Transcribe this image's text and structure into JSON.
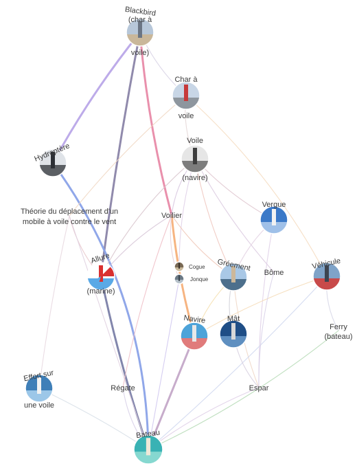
{
  "nodes": {
    "blackbird": {
      "label_lines": [
        "Blackbird",
        "(char à",
        "voile)"
      ],
      "image": "sand-yacht-photo",
      "has_image": true
    },
    "char": {
      "label_lines": [
        "Char à",
        "voile"
      ],
      "image": "land-sailer-photo",
      "has_image": true
    },
    "hydroptere": {
      "label_lines": [
        "Hydroptère"
      ],
      "image": "hydrofoil-photo",
      "has_image": true
    },
    "voile": {
      "label_lines": [
        "Voile",
        "(navire)"
      ],
      "image": "sail-photo",
      "has_image": true
    },
    "theorie": {
      "label_lines": [
        "Théorie du déplacement d'un",
        "mobile à voile contre le vent"
      ],
      "has_image": false
    },
    "voilier": {
      "label_lines": [
        "Voilier"
      ],
      "has_image": false
    },
    "vergue": {
      "label_lines": [
        "Vergue"
      ],
      "image": "mast-sky-photo",
      "has_image": true
    },
    "allure": {
      "label_lines": [
        "Allure",
        "(marine)"
      ],
      "image": "points-of-sail-diagram",
      "has_image": true
    },
    "cogue": {
      "label_lines": [
        "Cogue"
      ],
      "image": "cog-ship-thumbnail",
      "has_image": true
    },
    "jonque": {
      "label_lines": [
        "Jonque"
      ],
      "image": "junk-ship-thumbnail",
      "has_image": true
    },
    "greement": {
      "label_lines": [
        "Gréement"
      ],
      "image": "rigging-photo",
      "has_image": true
    },
    "bome": {
      "label_lines": [
        "Bôme"
      ],
      "has_image": false
    },
    "vehicule": {
      "label_lines": [
        "Véhicule"
      ],
      "image": "train-photo",
      "has_image": true
    },
    "navire": {
      "label_lines": [
        "Navire"
      ],
      "image": "ship-photo",
      "has_image": true
    },
    "mat": {
      "label_lines": [
        "Mât"
      ],
      "image": "masts-photo",
      "has_image": true
    },
    "ferry": {
      "label_lines": [
        "Ferry",
        "(bateau)"
      ],
      "has_image": false
    },
    "effort": {
      "label_lines": [
        "Effort sur",
        "une voile"
      ],
      "image": "sailboat-photo",
      "has_image": true
    },
    "regate": {
      "label_lines": [
        "Régate"
      ],
      "has_image": false
    },
    "espar": {
      "label_lines": [
        "Espar"
      ],
      "has_image": false
    },
    "bateau": {
      "label_lines": [
        "Bateau"
      ],
      "image": "boat-photo",
      "has_image": true
    }
  },
  "edges": [
    {
      "from": "blackbird",
      "to": "hydroptere",
      "color": "#b9a7e8",
      "strong": true
    },
    {
      "from": "blackbird",
      "to": "allure",
      "color": "#8a84a8",
      "strong": true
    },
    {
      "from": "blackbird",
      "to": "voilier",
      "color": "#e88aa8",
      "strong": true
    },
    {
      "from": "blackbird",
      "to": "char",
      "color": "#d9d4e6",
      "strong": false
    },
    {
      "from": "hydroptere",
      "to": "bateau",
      "color": "#8aa2e8",
      "strong": true
    },
    {
      "from": "allure",
      "to": "bateau",
      "color": "#7b7fa8",
      "strong": true
    },
    {
      "from": "voilier",
      "to": "navire",
      "color": "#f5b07a",
      "strong": true
    },
    {
      "from": "navire",
      "to": "bateau",
      "color": "#c4a8c8",
      "strong": true
    },
    {
      "from": "char",
      "to": "theorie",
      "color": "#f1d8c4",
      "strong": false
    },
    {
      "from": "char",
      "to": "voile",
      "color": "#e5d8d8",
      "strong": false
    },
    {
      "from": "char",
      "to": "vehicule",
      "color": "#f5dcc0",
      "strong": false
    },
    {
      "from": "voile",
      "to": "voilier",
      "color": "#d8c8e0",
      "strong": false
    },
    {
      "from": "voile",
      "to": "allure",
      "color": "#d8c4cc",
      "strong": false
    },
    {
      "from": "voile",
      "to": "greement",
      "color": "#f0c8c0",
      "strong": false
    },
    {
      "from": "voile",
      "to": "vergue",
      "color": "#e0c8d0",
      "strong": false
    },
    {
      "from": "voile",
      "to": "bome",
      "color": "#dccbe0",
      "strong": false
    },
    {
      "from": "voile",
      "to": "cogue",
      "color": "#e0d0e8",
      "strong": false
    },
    {
      "from": "theorie",
      "to": "allure",
      "color": "#e8c8cc",
      "strong": false
    },
    {
      "from": "theorie",
      "to": "effort",
      "color": "#e8d8e0",
      "strong": false
    },
    {
      "from": "theorie",
      "to": "bateau",
      "color": "#e0d0e0",
      "strong": false
    },
    {
      "from": "voilier",
      "to": "allure",
      "color": "#d8c8d8",
      "strong": false
    },
    {
      "from": "voilier",
      "to": "regate",
      "color": "#f0c0c8",
      "strong": false
    },
    {
      "from": "voilier",
      "to": "greement",
      "color": "#f0c8b8",
      "strong": false
    },
    {
      "from": "voilier",
      "to": "jonque",
      "color": "#e8d0d8",
      "strong": false
    },
    {
      "from": "vergue",
      "to": "espar",
      "color": "#e0d0e8",
      "strong": false
    },
    {
      "from": "vergue",
      "to": "greement",
      "color": "#e4d4e4",
      "strong": false
    },
    {
      "from": "greement",
      "to": "mat",
      "color": "#d0d0d8",
      "strong": false
    },
    {
      "from": "greement",
      "to": "espar",
      "color": "#f0d8c8",
      "strong": false
    },
    {
      "from": "greement",
      "to": "navire",
      "color": "#f5e0b0",
      "strong": false
    },
    {
      "from": "vehicule",
      "to": "navire",
      "color": "#f5dcb8",
      "strong": false
    },
    {
      "from": "vehicule",
      "to": "ferry",
      "color": "#d8d8e8",
      "strong": false
    },
    {
      "from": "vehicule",
      "to": "bateau",
      "color": "#d0d8f0",
      "strong": false
    },
    {
      "from": "ferry",
      "to": "bateau",
      "color": "#b8dcb8",
      "strong": false
    },
    {
      "from": "mat",
      "to": "espar",
      "color": "#d8d0e0",
      "strong": false
    },
    {
      "from": "espar",
      "to": "bateau",
      "color": "#e0d0e8",
      "strong": false
    },
    {
      "from": "regate",
      "to": "bateau",
      "color": "#d8d0e8",
      "strong": false
    },
    {
      "from": "effort",
      "to": "bateau",
      "color": "#d8e0e8",
      "strong": false
    },
    {
      "from": "jonque",
      "to": "bateau",
      "color": "#d0c8f0",
      "strong": false
    },
    {
      "from": "bome",
      "to": "espar",
      "color": "#d8d0e8",
      "strong": false
    }
  ]
}
